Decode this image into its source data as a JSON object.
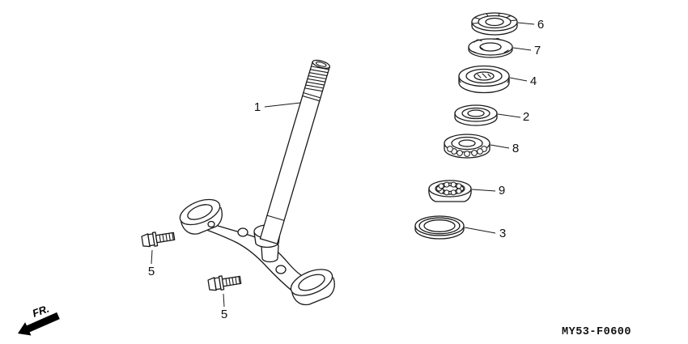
{
  "diagram": {
    "type": "exploded-parts-diagram",
    "subject": "steering stem",
    "drawing_code": "MY53-F0600",
    "direction_label": "FR.",
    "colors": {
      "line": "#1a1a1a",
      "background": "#ffffff"
    },
    "callouts": [
      {
        "label": "1",
        "part": "steering-stem"
      },
      {
        "label": "2",
        "part": "upper-bearing-race"
      },
      {
        "label": "3",
        "part": "lower-dust-seal"
      },
      {
        "label": "4",
        "part": "bearing-adjust-nut"
      },
      {
        "label": "5",
        "part": "clamp-bolt-left"
      },
      {
        "label": "5",
        "part": "clamp-bolt-lower"
      },
      {
        "label": "6",
        "part": "steering-stem-nut"
      },
      {
        "label": "7",
        "part": "lock-washer"
      },
      {
        "label": "8",
        "part": "upper-ball-bearing"
      },
      {
        "label": "9",
        "part": "lower-ball-bearing"
      }
    ]
  }
}
